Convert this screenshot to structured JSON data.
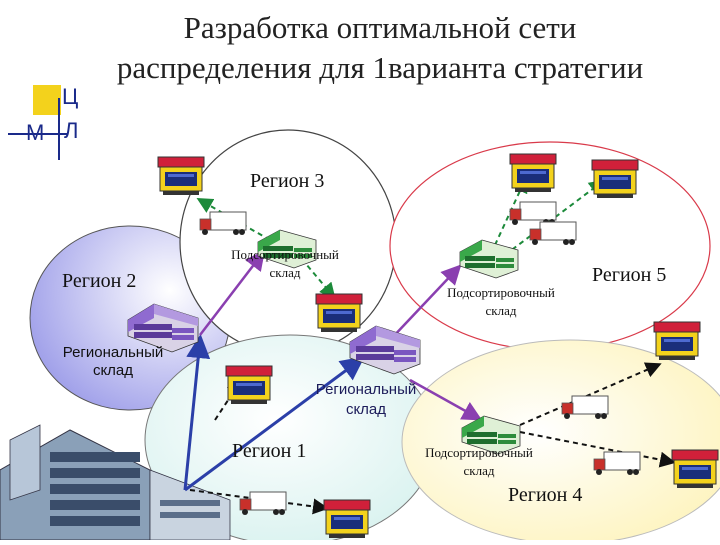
{
  "title": {
    "line1": "Разработка оптимальной сети",
    "line2": "распределения для 1варианта стратегии"
  },
  "logo": {
    "letter_top": "Ц",
    "letter_left": "М",
    "letter_right": "Л"
  },
  "regions": {
    "r1": "Регион 1",
    "r2": "Регион 2",
    "r3": "Регион 3",
    "r4": "Регион 4",
    "r5": "Регион 5"
  },
  "warehouses": {
    "regional_left": {
      "line1": "Региональный",
      "line2": "склад"
    },
    "regional_center": {
      "line1": "Региональный",
      "line2": "склад"
    },
    "sort_r3": {
      "line1": "Подсортировочный",
      "line2": "склад"
    },
    "sort_r5": {
      "line1": "Подсортировочный",
      "line2": "склад"
    },
    "sort_r4": {
      "line1": "Подсортировочный",
      "line2": "склад"
    }
  },
  "colors": {
    "region1_fill": "#e4f6f4",
    "region2_fill": "#a6a6ec",
    "region3_stroke": "#444444",
    "region4_fill": "#fff7c8",
    "region5_stroke": "#d93a4a",
    "primary_flow": "#2b3fa8",
    "secondary_flow": "#8a3fb0",
    "delivery_flow": "#1c8a3a",
    "last_mile": "#111111"
  },
  "icons": [
    "factory-icon",
    "warehouse-icon",
    "store-icon",
    "truck-icon"
  ]
}
